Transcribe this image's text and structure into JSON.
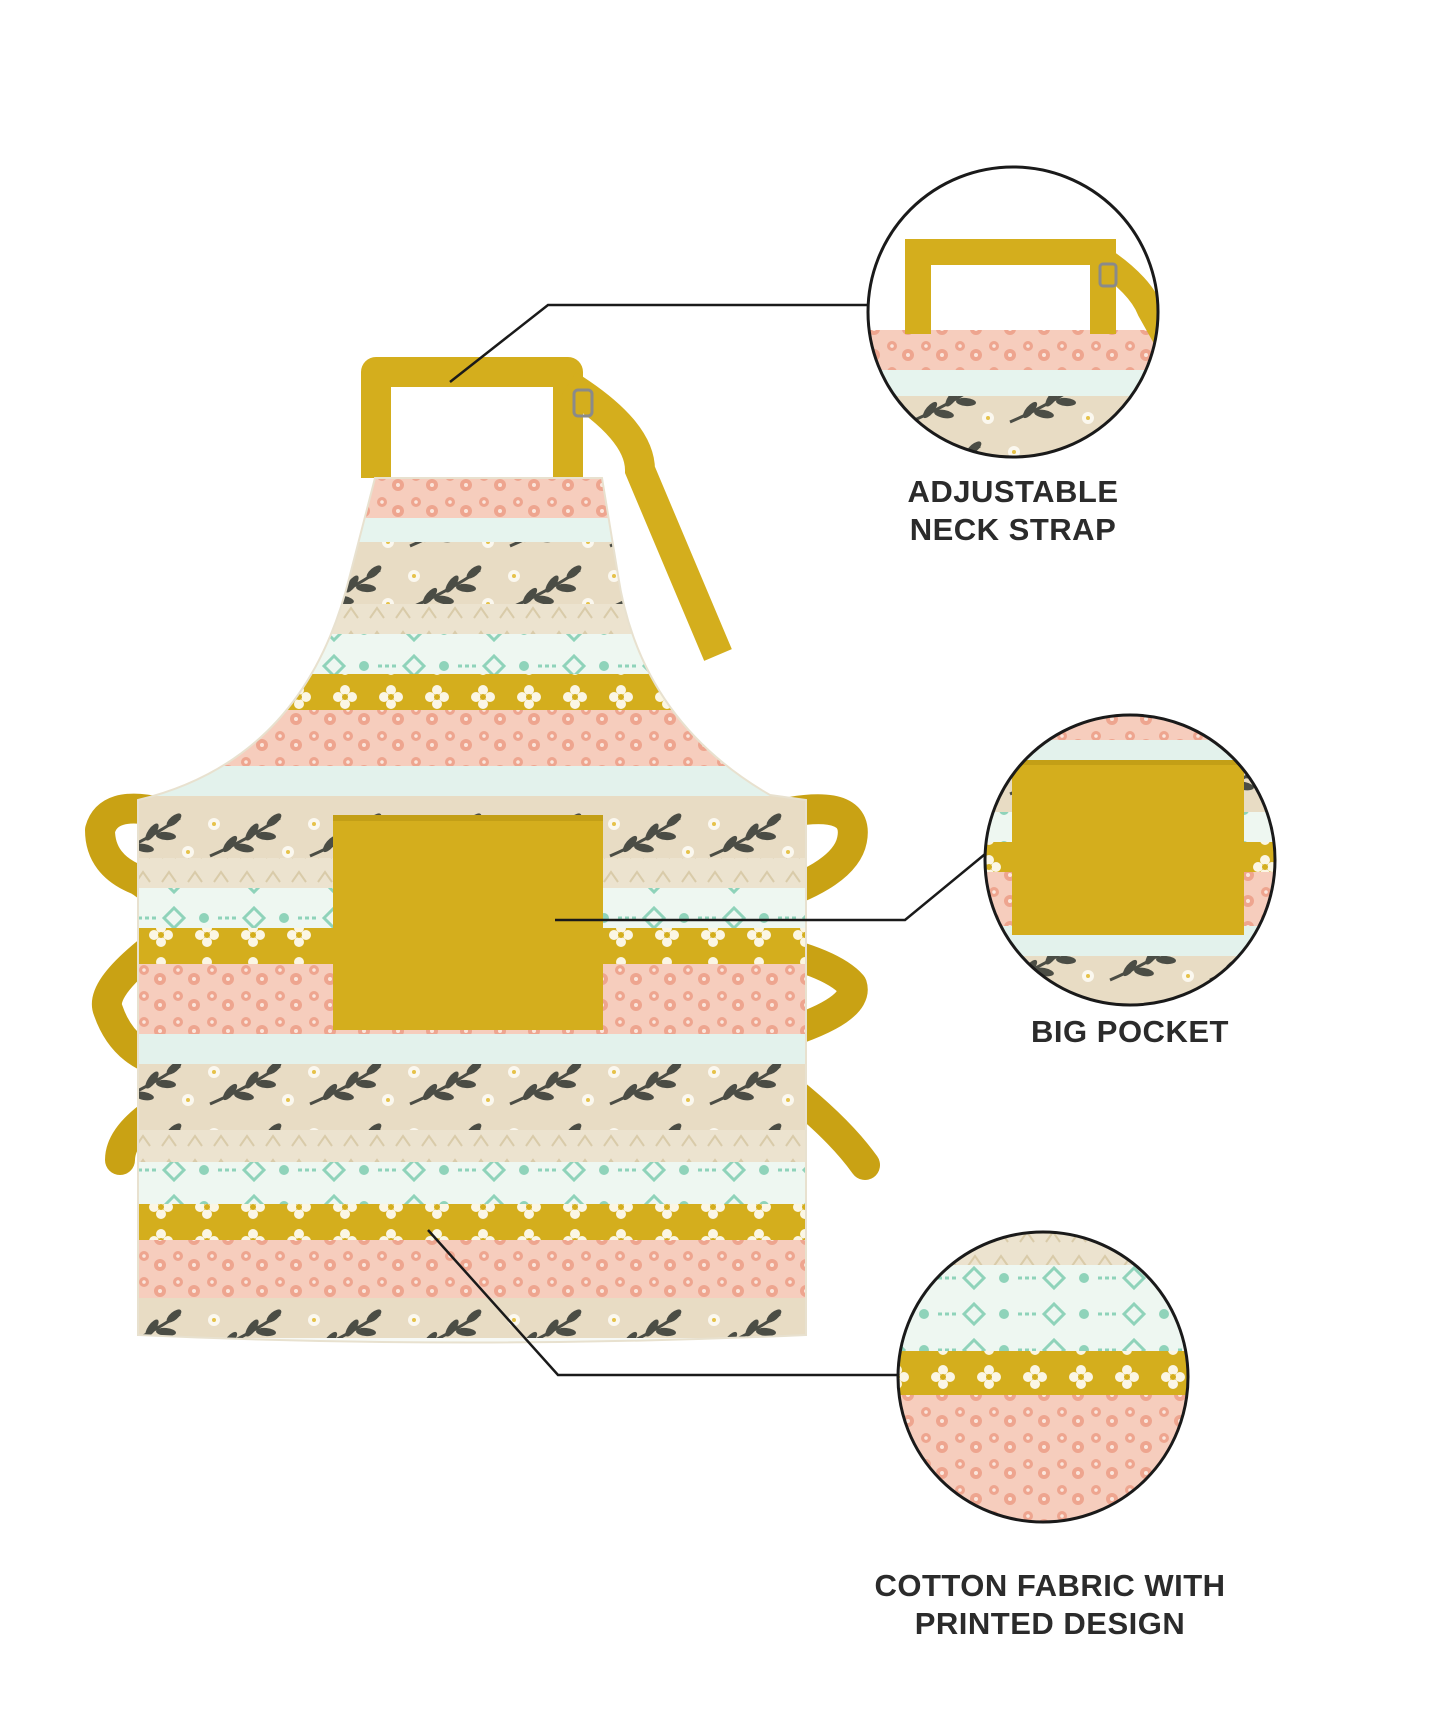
{
  "colors": {
    "mustard": "#d4ae1d",
    "mustard_dark": "#b99513",
    "peach": "#f0b7a3",
    "mint": "#9ad9c2",
    "sand": "#e7dcc3",
    "leaf": "#4b4d45",
    "cream": "#fbf8ef",
    "callout_line": "#1a1a1a",
    "label_text": "#2b2b2b"
  },
  "callouts": [
    {
      "id": "neck-strap",
      "lines": [
        "ADJUSTABLE",
        "NECK STRAP"
      ]
    },
    {
      "id": "pocket",
      "lines": [
        "BIG POCKET"
      ]
    },
    {
      "id": "fabric",
      "lines": [
        "COTTON FABRIC WITH",
        "PRINTED DESIGN"
      ]
    }
  ],
  "illustration": {
    "subject": "apron-with-pocket-icon"
  }
}
